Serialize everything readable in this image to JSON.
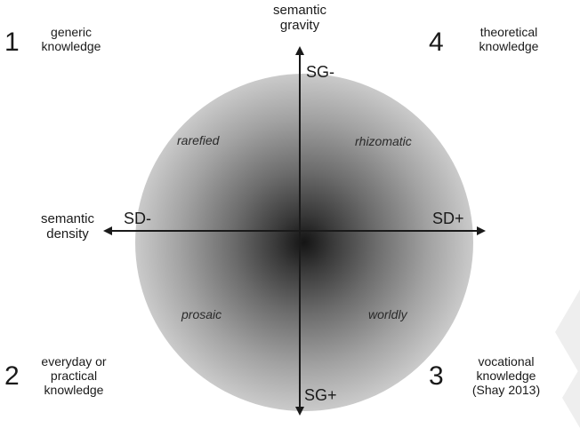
{
  "quadrants": {
    "q1": {
      "number": "1",
      "line1": "generic",
      "line2": "knowledge"
    },
    "q2": {
      "number": "2",
      "line1": "everyday or",
      "line2": "practical",
      "line3": "knowledge"
    },
    "q3": {
      "number": "3",
      "line1": "vocational",
      "line2": "knowledge",
      "line3": "(Shay 2013)"
    },
    "q4": {
      "number": "4",
      "line1": "theoretical",
      "line2": "knowledge"
    }
  },
  "axes": {
    "vertical_title_line1": "semantic",
    "vertical_title_line2": "gravity",
    "horizontal_title_line1": "semantic",
    "horizontal_title_line2": "density",
    "sg_minus": "SG-",
    "sg_plus": "SG+",
    "sd_minus": "SD-",
    "sd_plus": "SD+"
  },
  "codes": {
    "top_left": "rarefied",
    "top_right": "rhizomatic",
    "bottom_left": "prosaic",
    "bottom_right": "worldly"
  }
}
